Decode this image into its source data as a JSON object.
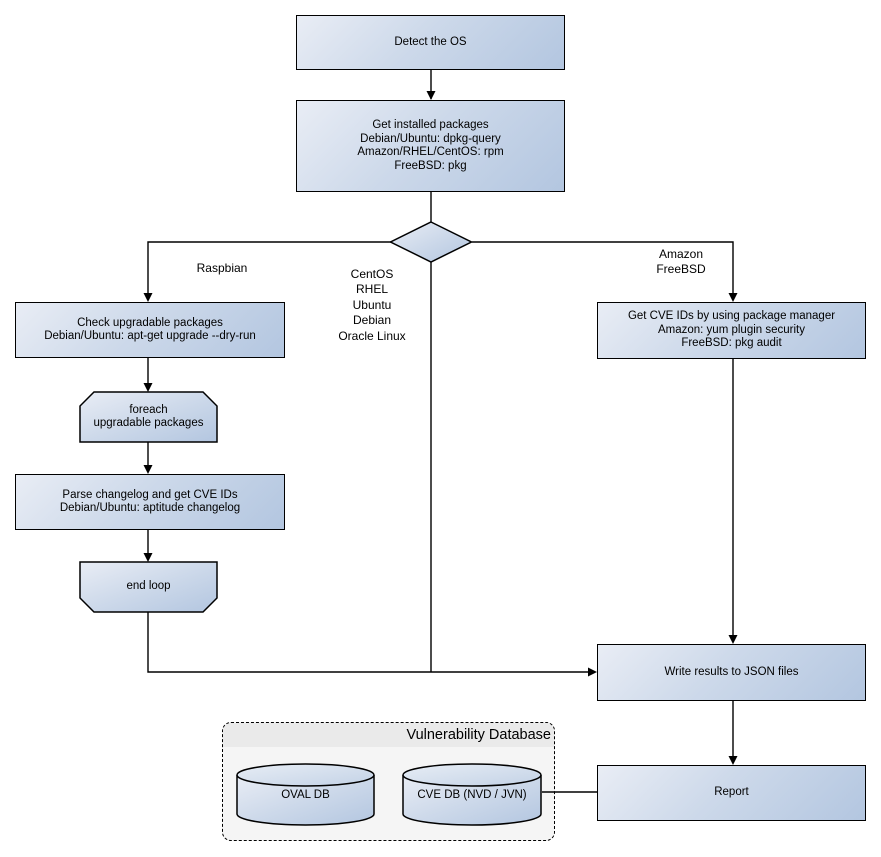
{
  "nodes": {
    "detect_os": {
      "label": "Detect the OS"
    },
    "get_installed_packages": {
      "label": "Get installed packages\nDebian/Ubuntu: dpkg-query\nAmazon/RHEL/CentOS: rpm\nFreeBSD: pkg"
    },
    "check_upgradable_packages": {
      "label": "Check upgradable packages\nDebian/Ubuntu: apt-get upgrade --dry-run"
    },
    "foreach_loop": {
      "label": "foreach\nupgradable  packages"
    },
    "parse_changelog": {
      "label": "Parse changelog and get  CVE IDs\nDebian/Ubuntu: aptitude changelog"
    },
    "end_loop": {
      "label": "end loop"
    },
    "get_cve_ids": {
      "label": "Get CVE IDs by using package manager\nAmazon: yum plugin security\nFreeBSD: pkg audit"
    },
    "write_results": {
      "label": "Write results to JSON files"
    },
    "report": {
      "label": "Report"
    }
  },
  "branch_labels": {
    "left": "Raspbian",
    "middle": "CentOS\nRHEL\nUbuntu\nDebian\nOracle Linux",
    "right": "Amazon\nFreeBSD"
  },
  "vulnerability_database": {
    "title": "Vulnerability Database",
    "cylinders": [
      {
        "label": "OVAL DB"
      },
      {
        "label": "CVE DB (NVD / JVN)"
      }
    ]
  },
  "colors": {
    "node_gradient_start": "#e9edf5",
    "node_gradient_end": "#b3c6e0",
    "shape_border": "#000000",
    "connector": "#000000",
    "container_background": "#f5f5f5",
    "container_header_background": "#eaeaea",
    "canvas_background": "#ffffff"
  }
}
